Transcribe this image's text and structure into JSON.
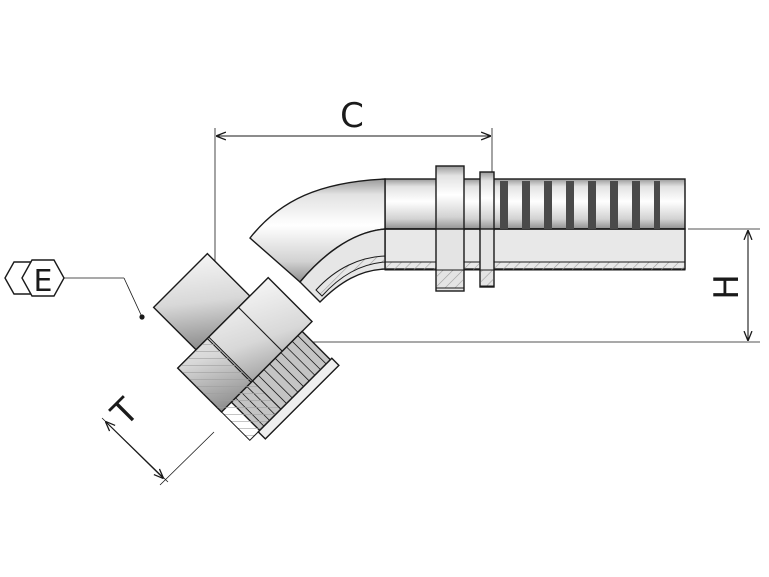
{
  "labels": {
    "C": "C",
    "H": "H",
    "T": "T",
    "E": "E"
  },
  "colors": {
    "line": "#1a1a1a",
    "metal_light": "#f7f7f7",
    "metal_mid": "#dcdcdc",
    "metal_dark": "#a9a9a9",
    "hatch": "#bdbdbd"
  }
}
